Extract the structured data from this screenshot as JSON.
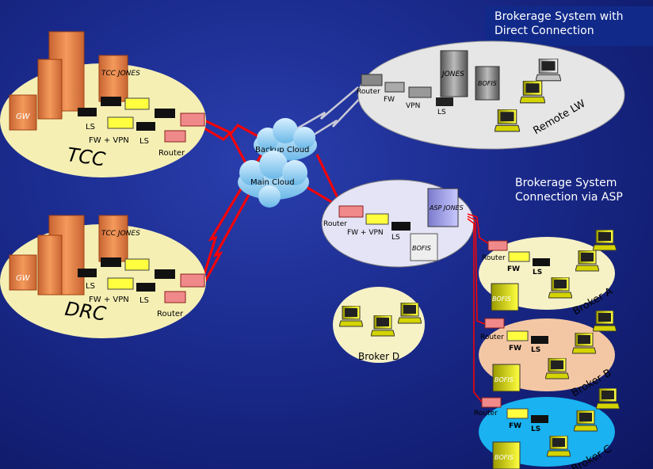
{
  "title_text": "Brokerage System with",
  "title_text2": "Direct Connection",
  "asp_text": "Brokerage  System",
  "asp_text2": "Connection via ASP",
  "tcc": {
    "name": "TCC",
    "gw": "GW",
    "server": "TCC JONES",
    "ls1": "LS",
    "ls2": "LS",
    "fwvpn": "FW + VPN",
    "router": "Router"
  },
  "drc": {
    "name": "DRC",
    "gw": "GW",
    "server": "TCC JONES",
    "ls1": "LS",
    "ls2": "LS",
    "fwvpn": "FW + VPN",
    "router": "Router"
  },
  "remote": {
    "router": "Router",
    "fw": "FW",
    "vpn": "VPN",
    "ls": "LS",
    "jones": "JONES",
    "bofis": "BOFIS",
    "name": "Remote LW"
  },
  "asp": {
    "router": "Router",
    "fwvpn": "FW + VPN",
    "ls": "LS",
    "asp": "ASP JONES",
    "bofis": "BOFIS"
  },
  "clouds": {
    "backup": "Backup Cloud",
    "main": "Main Cloud"
  },
  "brokers": [
    {
      "name": "Broker A",
      "router": "Router",
      "fw": "FW",
      "ls": "LS",
      "bofis": "BOFIS"
    },
    {
      "name": "Broker B",
      "router": "Router",
      "fw": "FW",
      "ls": "LS",
      "bofis": "BOFIS"
    },
    {
      "name": "Broker C",
      "router": "Router",
      "fw": "FW",
      "ls": "LS",
      "bofis": "BOFIS"
    }
  ],
  "broker_d": "Broker D",
  "colors": {
    "bg": "#1a2a8c",
    "tcc_fill": "#f5efb4",
    "remote_fill": "#e6e6e6",
    "asp_fill": "#e4e4f6",
    "broker_a": "#f7f2c6",
    "broker_b": "#f4c7a4",
    "broker_c": "#1ab2f0",
    "link": "#ff0000"
  }
}
